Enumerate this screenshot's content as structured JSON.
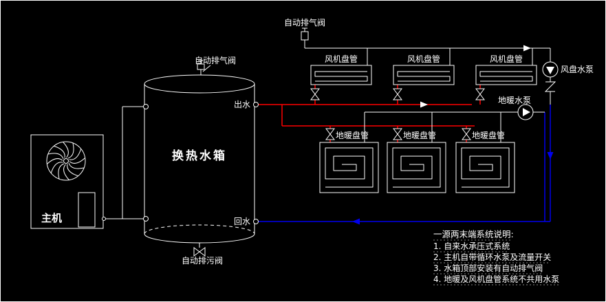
{
  "colors": {
    "background": "#000000",
    "line": "#ffffff",
    "text": "#ffffff",
    "supply_pipe": "#ff0000",
    "return_pipe": "#0000ee"
  },
  "labels": {
    "main_unit": "主机",
    "tank": "换热水箱",
    "tank_air_valve": "自动排气阀",
    "system_air_valve": "自动排气阀",
    "drain_valve": "自动排污阀",
    "outlet": "出水",
    "return": "回水",
    "fan_coils": [
      "风机盘管",
      "风机盘管",
      "风机盘管"
    ],
    "floor_coils": [
      "地暖盘管",
      "地暖盘管",
      "地暖盘管"
    ],
    "fan_pump": "风盘水泵",
    "floor_pump": "地暖水泵"
  },
  "notes": {
    "title": "一源两末端系统说明:",
    "items": [
      "1. 自来水承压式系统",
      "2. 主机自带循环水泵及流量开关",
      "3. 水箱顶部安装有自动排气阀",
      "4. 地暖及风机盘管系统不共用水泵"
    ]
  }
}
